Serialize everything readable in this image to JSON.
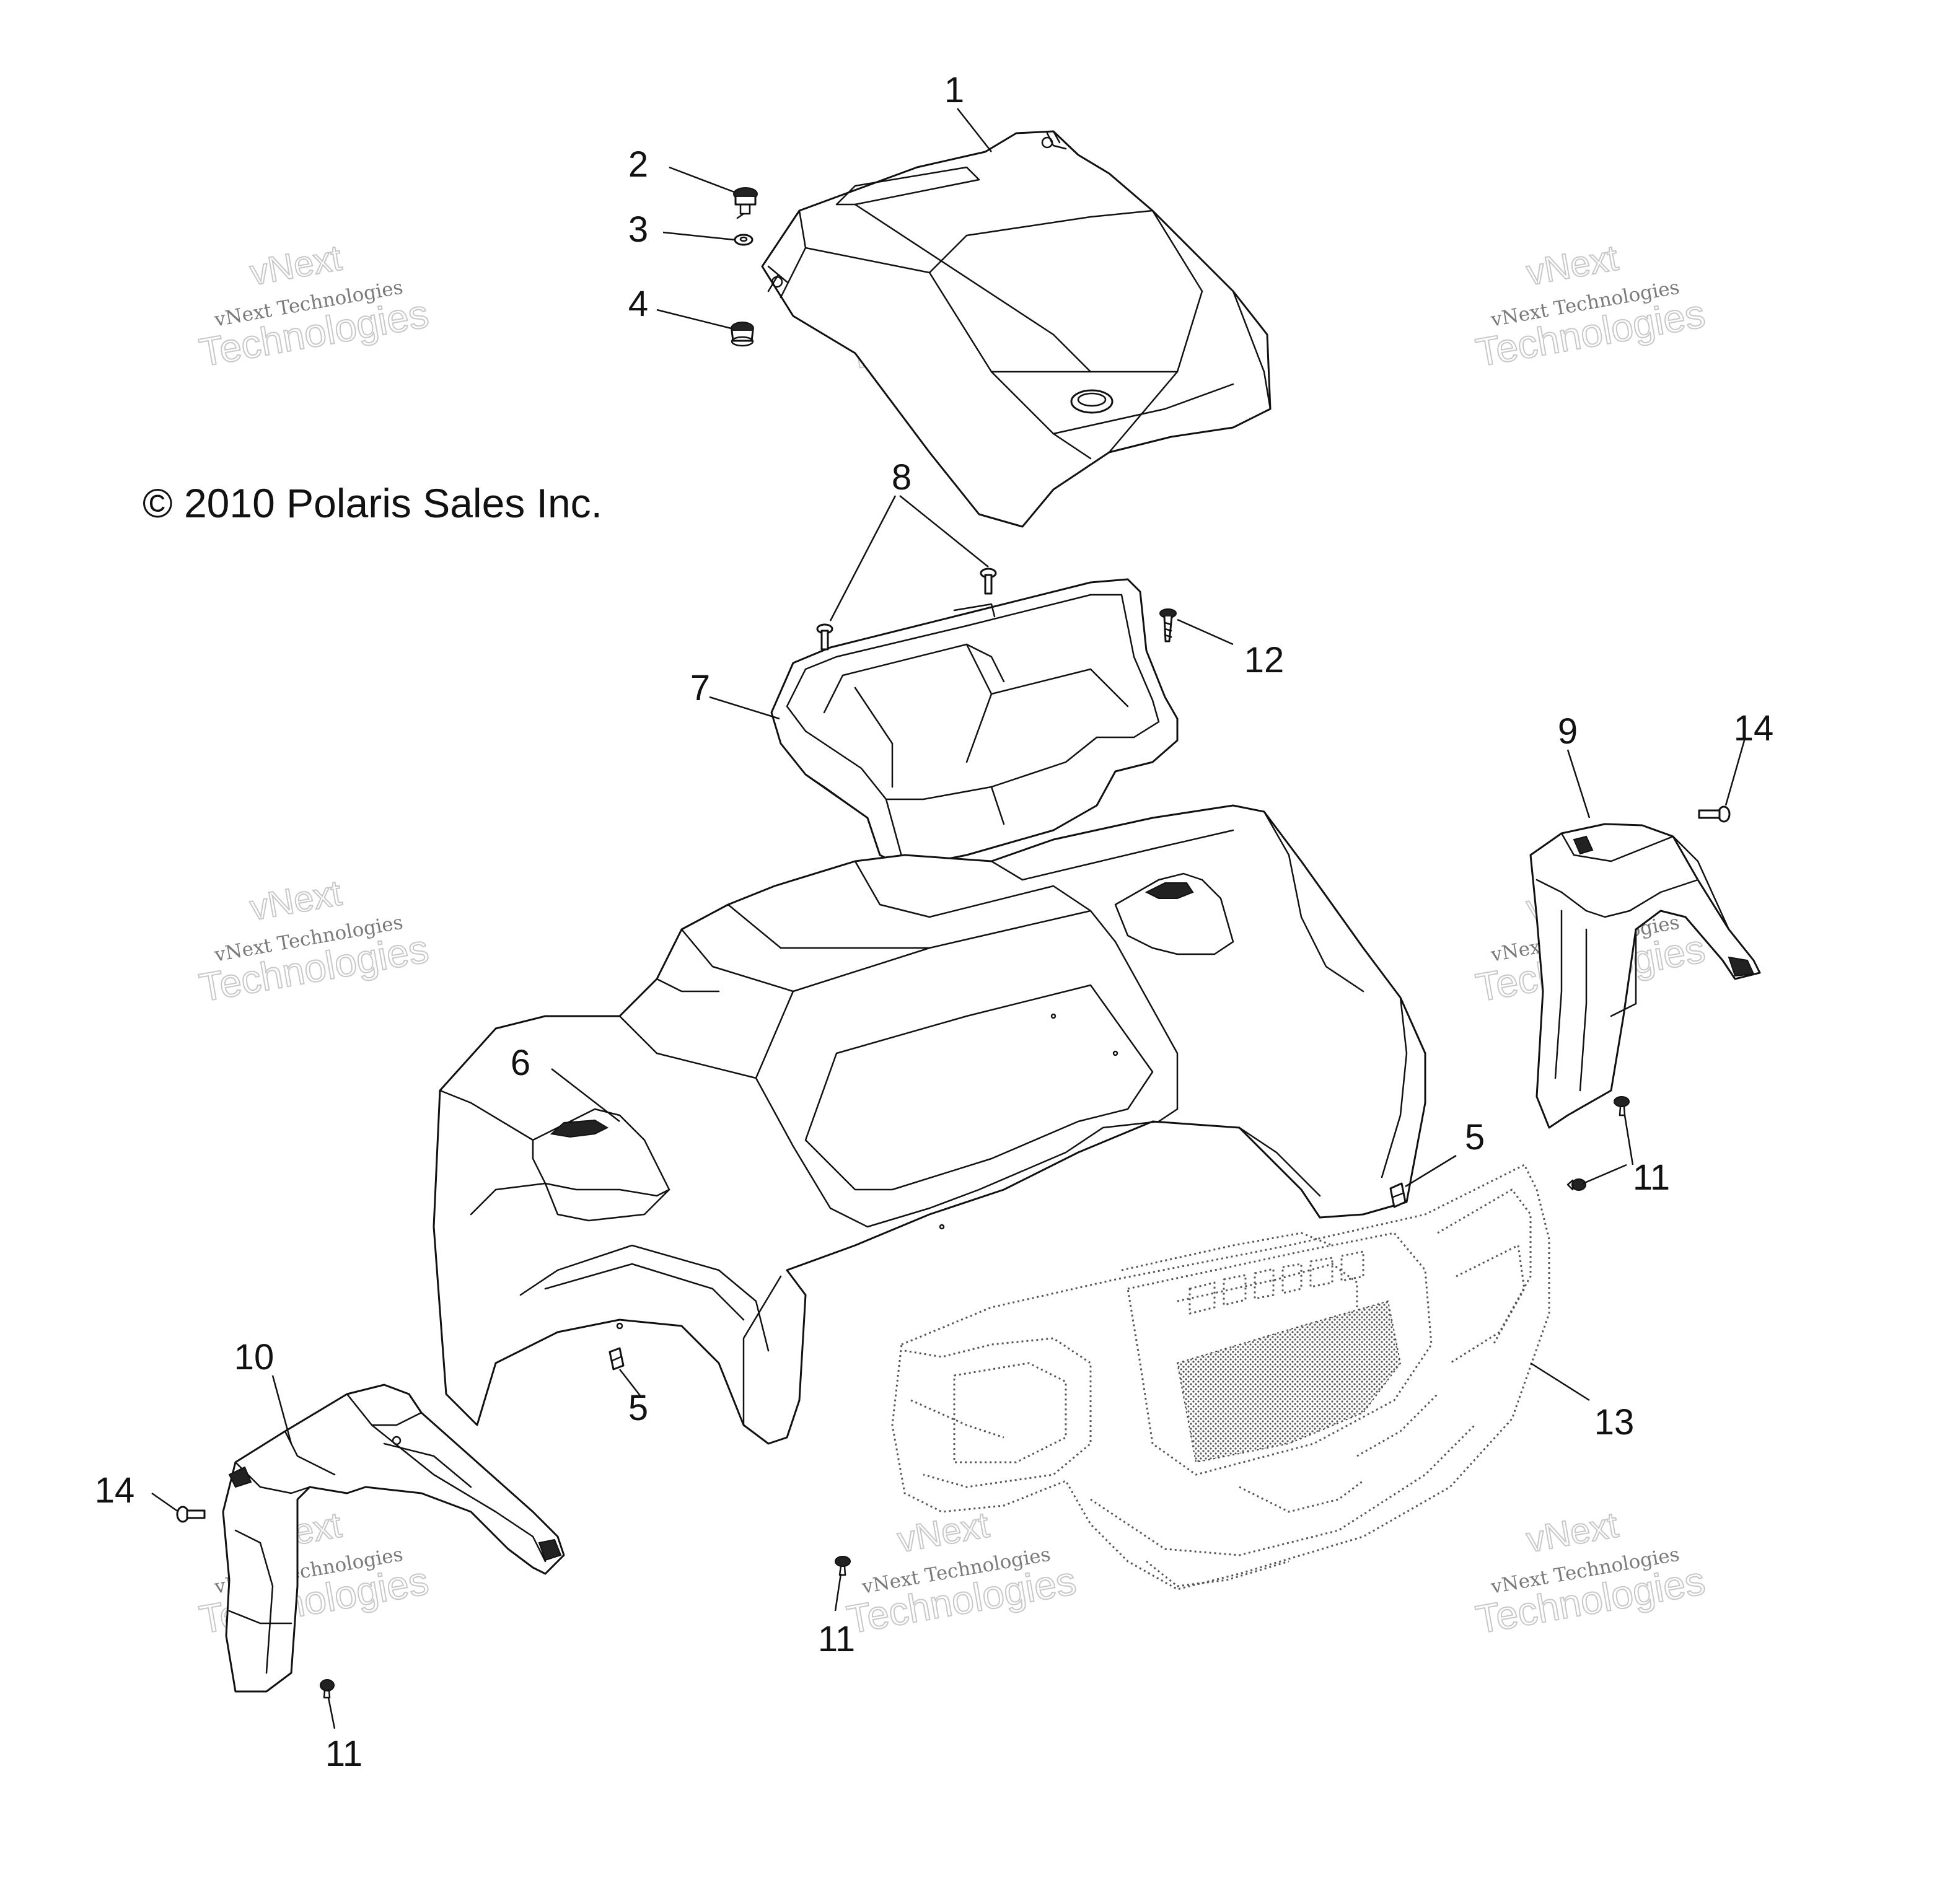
{
  "copyright": "© 2010 Polaris Sales Inc.",
  "callouts": [
    {
      "id": "c1",
      "label": "1"
    },
    {
      "id": "c2",
      "label": "2"
    },
    {
      "id": "c3",
      "label": "3"
    },
    {
      "id": "c4",
      "label": "4"
    },
    {
      "id": "c5a",
      "label": "5"
    },
    {
      "id": "c5b",
      "label": "5"
    },
    {
      "id": "c6",
      "label": "6"
    },
    {
      "id": "c7",
      "label": "7"
    },
    {
      "id": "c8",
      "label": "8"
    },
    {
      "id": "c9",
      "label": "9"
    },
    {
      "id": "c10",
      "label": "10"
    },
    {
      "id": "c11a",
      "label": "11"
    },
    {
      "id": "c11b",
      "label": "11"
    },
    {
      "id": "c11c",
      "label": "11"
    },
    {
      "id": "c12",
      "label": "12"
    },
    {
      "id": "c13",
      "label": "13"
    },
    {
      "id": "c14a",
      "label": "14"
    },
    {
      "id": "c14b",
      "label": "14"
    }
  ],
  "watermark": {
    "line1": "vNext",
    "line2": "vNext Technologies",
    "line3": "Technologies"
  }
}
